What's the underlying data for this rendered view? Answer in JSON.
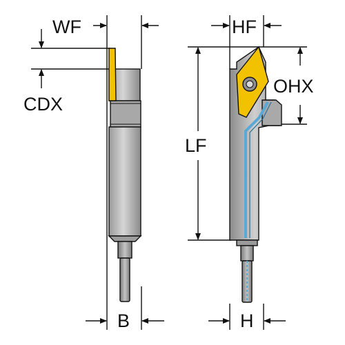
{
  "labels": {
    "wf": "WF",
    "cdx": "CDX",
    "b": "B",
    "hf": "HF",
    "ohx": "OHX",
    "lf": "LF",
    "h": "H"
  },
  "colors": {
    "insert_yellow": "#f2c200",
    "body_gray": "#b7b7b7",
    "body_dark": "#8e8e8e",
    "coolant_blue": "#5aa8d6",
    "line": "#111111"
  }
}
